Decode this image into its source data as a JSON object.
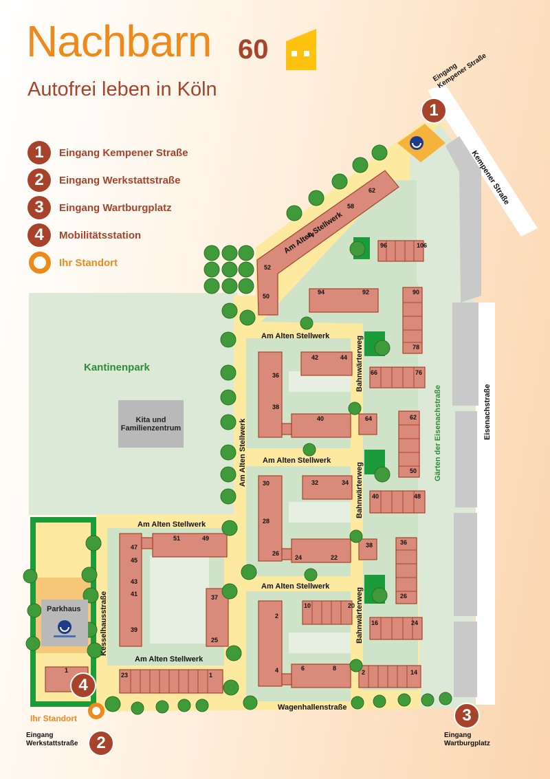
{
  "header": {
    "title": "Nachbarn",
    "title_number": "60",
    "subtitle": "Autofrei leben in Köln"
  },
  "legend": {
    "items": [
      {
        "badge": "1",
        "label": "Eingang Kempener Straße"
      },
      {
        "badge": "2",
        "label": "Eingang Werkstattstraße"
      },
      {
        "badge": "3",
        "label": "Eingang Wartburgplatz"
      },
      {
        "badge": "4",
        "label": "Mobilitätsstation"
      }
    ],
    "standort_label": "Ihr Standort"
  },
  "colors": {
    "orange": "#ee8a1c",
    "brown": "#a7432a",
    "park_green": "#dde9d7",
    "garden_green": "#a9d1a2",
    "dark_green": "#1c9b3a",
    "road_yellow": "#fdeaa0",
    "building_red": "#d98a7a",
    "building_border": "#a7432a",
    "grey_building": "#b9b9b9"
  },
  "map": {
    "park_label": "Kantinenpark",
    "kita_line1": "Kita und",
    "kita_line2": "Familienzentrum",
    "parkhaus_label": "Parkhaus",
    "gardens_label": "Gärten der Eisenachstraße",
    "streets": {
      "am_alten_stellwerk": "Am Alten Stellwerk",
      "bahnwaerterweg": "Bahnwärterweg",
      "kesselhausstrasse": "Kesselhausstraße",
      "wagenhallenstrasse": "Wagenhallenstraße",
      "kempener_strasse": "Kempener Straße",
      "eisenachstrasse": "Eisenachstraße"
    },
    "entrances": {
      "e1_badge": "1",
      "e1_caption_line1": "Eingang",
      "e1_caption_line2": "Kempener Straße",
      "e2_badge": "2",
      "e2_caption_line1": "Eingang",
      "e2_caption_line2": "Werkstattstraße",
      "e3_badge": "3",
      "e3_caption_line1": "Eingang",
      "e3_caption_line2": "Wartburgplatz",
      "e4_badge": "4",
      "standort_label": "Ihr Standort"
    },
    "house_numbers": {
      "n62": "62",
      "n58": "58",
      "n54": "54",
      "n52": "52",
      "n50": "50",
      "n96": "96",
      "n106": "106",
      "n94": "94",
      "n92": "92",
      "n90": "90",
      "n78": "78",
      "n42": "42",
      "n44": "44",
      "n36": "36",
      "n38": "38",
      "n40": "40",
      "n66": "66",
      "n76": "76",
      "n64": "64",
      "n62b": "62",
      "n50b": "50",
      "n30": "30",
      "n32": "32",
      "n34": "34",
      "n28": "28",
      "n26": "26",
      "n24": "24",
      "n22": "22",
      "n40b": "40",
      "n48": "48",
      "n38b": "38",
      "n36b": "36",
      "n26b": "26",
      "n2": "2",
      "n4": "4",
      "n6": "6",
      "n8": "8",
      "n10": "10",
      "n20": "20",
      "n16": "16",
      "n24b": "24",
      "n2b": "2",
      "n14": "14",
      "n47": "47",
      "n45": "45",
      "n43": "43",
      "n41": "41",
      "n39": "39",
      "n51": "51",
      "n49": "49",
      "n37": "37",
      "n25": "25",
      "n23": "23",
      "n1": "1",
      "n1b": "1"
    }
  }
}
